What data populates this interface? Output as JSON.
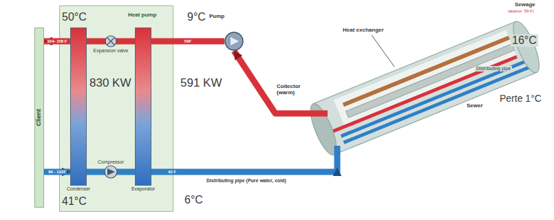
{
  "diagram": {
    "nodes": [
      {
        "text": [
          "Client"
        ]
      },
      {
        "text": [
          "Heat pump"
        ]
      },
      {
        "text": [
          "Condenser"
        ],
        "in": 1
      },
      {
        "text": [
          "Evaporator"
        ],
        "in": 1
      },
      {
        "text": [
          "Pump"
        ]
      },
      {
        "text": [
          "Sewer"
        ]
      }
    ],
    "edges": [
      {
        "from": 2,
        "to": 0,
        "label": "104- 158 F",
        "arrow": "to"
      },
      {
        "from": 0,
        "to": 2,
        "label": "86 - 122F",
        "arrow": "to"
      },
      {
        "from": 2,
        "to": 3,
        "arrow": "none"
      },
      {
        "from": 3,
        "to": 2,
        "arrow": "none"
      },
      {
        "from": 4,
        "to": 3,
        "label": "59F",
        "arrow": "none"
      },
      {
        "from": 5,
        "to": 4,
        "label": "Collector (warm)",
        "arrow": "to"
      },
      {
        "from": 3,
        "to": 5,
        "label": "42 F",
        "arrow": "to"
      }
    ],
    "labels": [
      "50°C",
      "830 KW",
      "41°C",
      "Expansion valve",
      "Compressor",
      "9°C",
      "591 KW",
      "6°C",
      "Distributing pipe (Pure water, cold)",
      "Heat exchanger",
      "Sewage",
      "(approx. 59 F)",
      "16°C",
      "Distributing pipe",
      "Perte 1°C"
    ]
  }
}
